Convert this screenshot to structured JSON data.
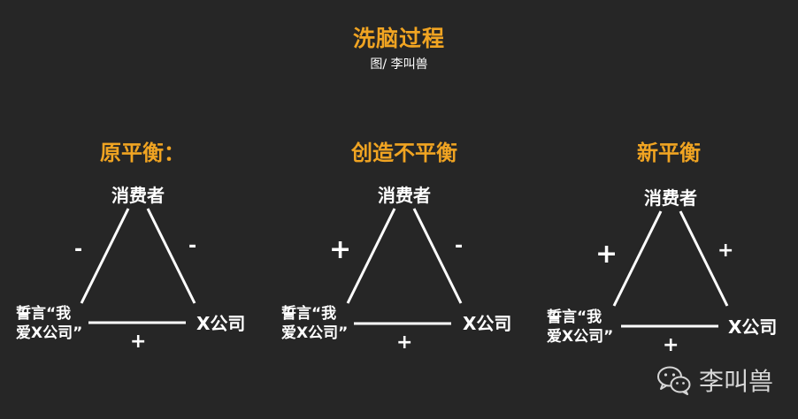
{
  "header": {
    "title": "洗脑过程",
    "subtitle": "图/ 李叫兽"
  },
  "panels": [
    {
      "heading": "原平衡：",
      "top_node": "消费者",
      "left_node_line1": "誓言“我",
      "left_node_line2": "爱X公司”",
      "right_node": "X公司",
      "left_sign": "-",
      "right_sign": "-",
      "bottom_sign": "+"
    },
    {
      "heading": "创造不平衡",
      "top_node": "消费者",
      "left_node_line1": "誓言“我",
      "left_node_line2": "爱X公司”",
      "right_node": "X公司",
      "left_sign": "+",
      "right_sign": "-",
      "bottom_sign": "+"
    },
    {
      "heading": "新平衡",
      "top_node": "消费者",
      "left_node_line1": "誓言“我",
      "left_node_line2": "爱X公司”",
      "right_node": "X公司",
      "left_sign": "+",
      "right_sign": "+",
      "bottom_sign": "+"
    }
  ],
  "watermark": {
    "text": "李叫兽",
    "icon": "wechat-icon"
  },
  "colors": {
    "background": "#262626",
    "accent": "#f0a422",
    "text": "#ffffff"
  }
}
